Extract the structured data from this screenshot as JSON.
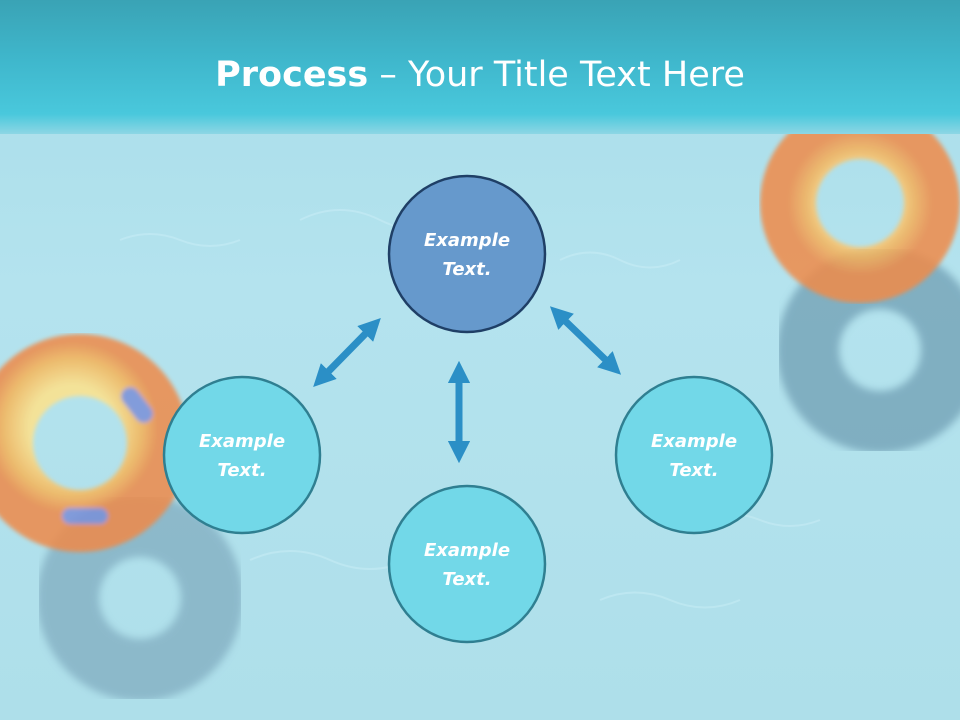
{
  "title": {
    "bold": "Process",
    "separator": " – ",
    "rest": "Your Title Text Here"
  },
  "nodes": [
    {
      "id": "top",
      "line1": "Example",
      "line2": "Text."
    },
    {
      "id": "left",
      "line1": "Example",
      "line2": "Text."
    },
    {
      "id": "right",
      "line1": "Example",
      "line2": "Text."
    },
    {
      "id": "bottom",
      "line1": "Example",
      "line2": "Text."
    }
  ],
  "colors": {
    "center_node_fill": "#6699cc",
    "center_node_stroke": "#1f3f66",
    "outer_node_fill": "#72d8e8",
    "outer_node_stroke": "#2f7f91",
    "arrow": "#2b8fc6",
    "title_band": "#3fb7cc"
  },
  "decorations": [
    "swim-ring-top-right",
    "swim-ring-left",
    "ring-shadow-right",
    "ring-shadow-left"
  ]
}
